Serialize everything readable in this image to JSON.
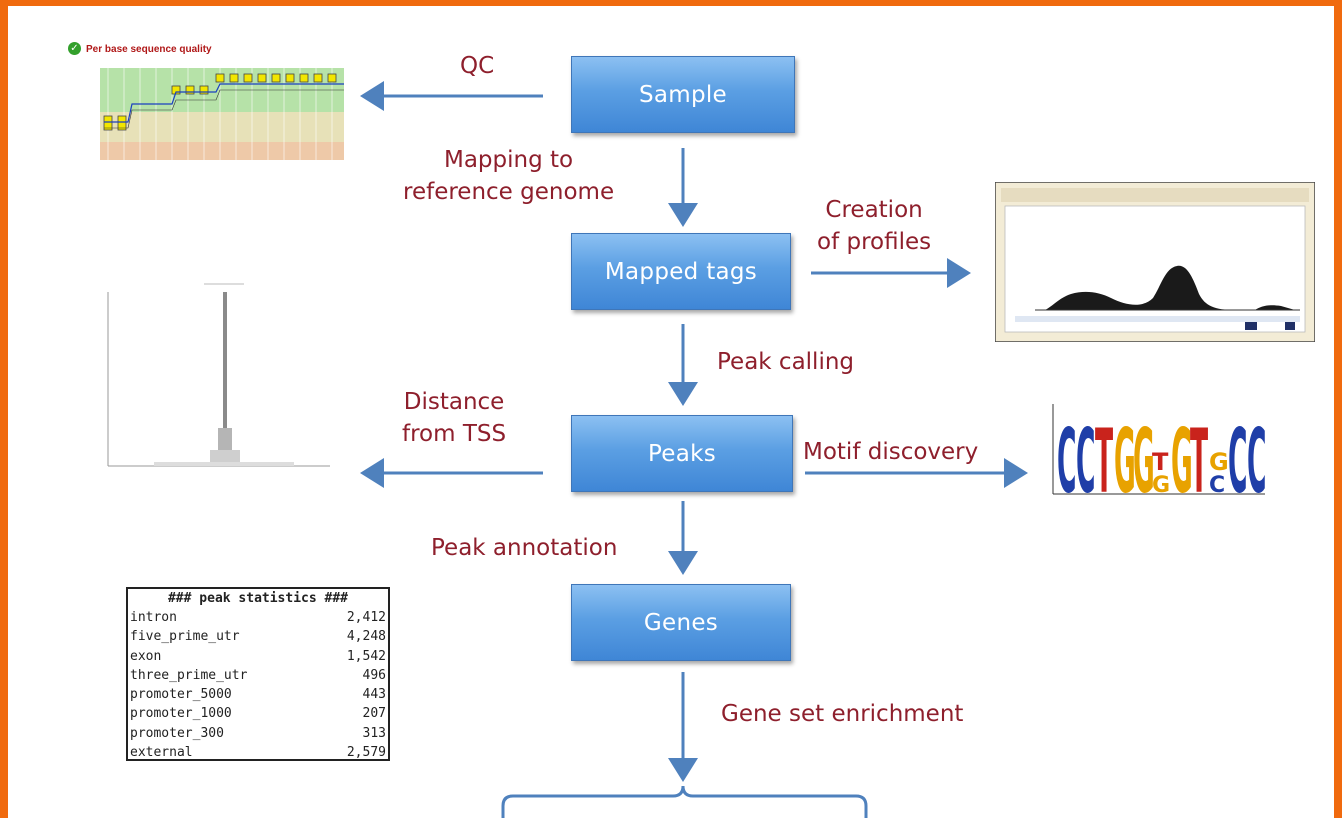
{
  "nodes": {
    "sample": "Sample",
    "mapped_tags": "Mapped tags",
    "peaks": "Peaks",
    "genes": "Genes"
  },
  "edges": {
    "qc": "QC",
    "mapping_line1": "Mapping to",
    "mapping_line2": "reference genome",
    "profiles_line1": "Creation",
    "profiles_line2": "of profiles",
    "peak_calling": "Peak calling",
    "distance_line1": "Distance",
    "distance_line2": "from TSS",
    "motif_discovery": "Motif discovery",
    "peak_annotation": "Peak annotation",
    "gene_set_enrichment": "Gene set enrichment"
  },
  "qc_panel": {
    "title": "Per base sequence quality"
  },
  "motif_logo": {
    "letters": [
      {
        "char": "C",
        "color": "#1f3ea8"
      },
      {
        "char": "C",
        "color": "#1f3ea8"
      },
      {
        "char": "T",
        "color": "#c9231c"
      },
      {
        "char": "G",
        "color": "#e8a200"
      },
      {
        "char": "G",
        "color": "#e8a200"
      },
      {
        "char": "T/G",
        "color": "#c9231c"
      },
      {
        "char": "G",
        "color": "#e8a200"
      },
      {
        "char": "T",
        "color": "#c9231c"
      },
      {
        "char": "G/C",
        "color": "#1f3ea8"
      },
      {
        "char": "C",
        "color": "#1f3ea8"
      },
      {
        "char": "C",
        "color": "#1f3ea8"
      }
    ]
  },
  "peak_statistics": {
    "header": "### peak statistics ###",
    "rows": [
      {
        "name": "intron",
        "value": "2,412"
      },
      {
        "name": "five_prime_utr",
        "value": "4,248"
      },
      {
        "name": "exon",
        "value": "1,542"
      },
      {
        "name": "three_prime_utr",
        "value": "496"
      },
      {
        "name": "promoter_5000",
        "value": "443"
      },
      {
        "name": "promoter_1000",
        "value": "207"
      },
      {
        "name": "promoter_300",
        "value": "313"
      },
      {
        "name": "external",
        "value": "2,579"
      }
    ]
  },
  "colors": {
    "frame": "#f06a0e",
    "label_text": "#8e1f2c",
    "arrow": "#4f81bd",
    "box": "#5b9fe3"
  }
}
